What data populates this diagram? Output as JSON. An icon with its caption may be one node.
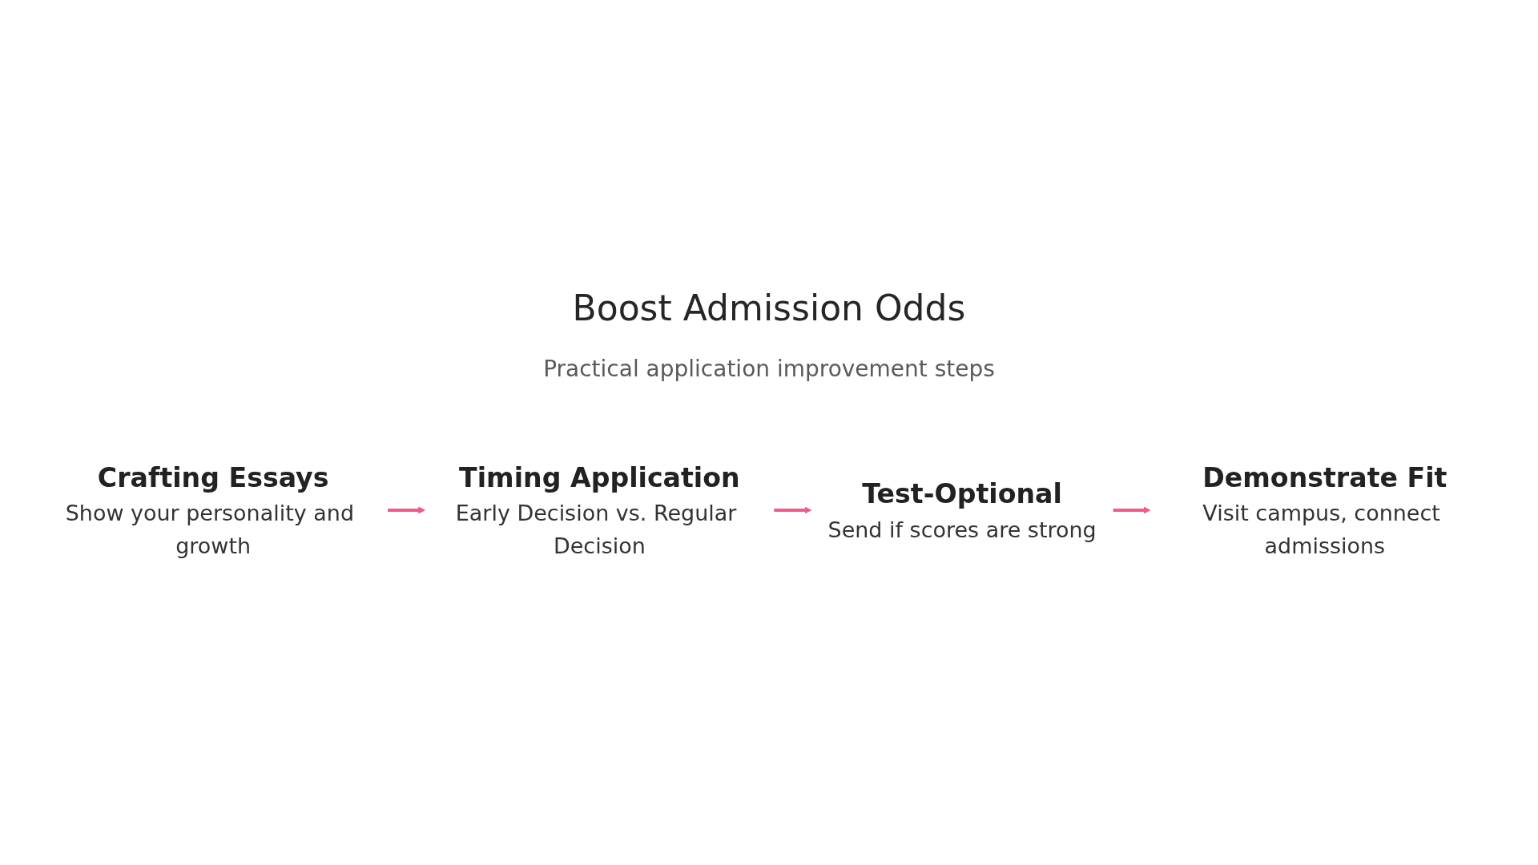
{
  "diagram": {
    "title": "Boost Admission Odds",
    "nodes": [
      {
        "text": [
          "Crafting Essays",
          "Show your personality and growth"
        ]
      },
      {
        "text": [
          "Timing Application",
          "Early Decision vs. Regular Decision"
        ]
      },
      {
        "text": [
          "Test-Optional",
          "Send if scores are strong"
        ]
      },
      {
        "text": [
          "Demonstrate Fit",
          "Visit campus, connect admissions"
        ]
      }
    ],
    "edges": [
      {
        "from": 0,
        "to": 1,
        "arrow": "to"
      },
      {
        "from": 1,
        "to": 2,
        "arrow": "to"
      },
      {
        "from": 2,
        "to": 3,
        "arrow": "to"
      }
    ],
    "labels": [
      "Practical application improvement steps"
    ]
  }
}
